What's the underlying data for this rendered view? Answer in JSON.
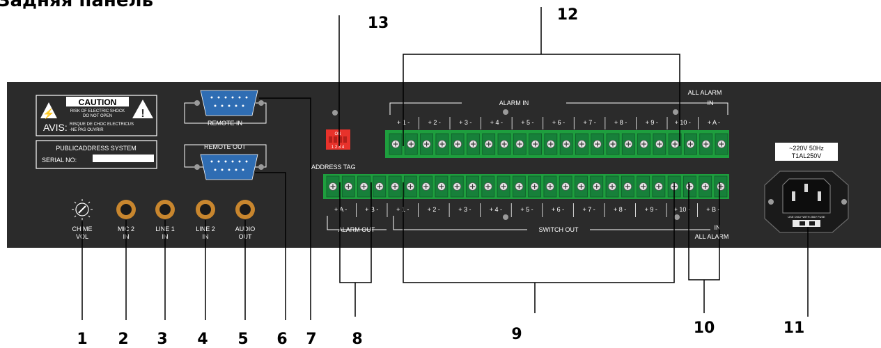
{
  "title": "Задняя панель",
  "caution": {
    "heading": "CAUTION",
    "line1": "RISK OF ELECTRIC SHOCK",
    "line2": "DO NOT OPEN",
    "brand": "AVIS:",
    "fr1": "RISQUE DE CHOC ELECTRICUS",
    "fr2": "-NE PAS OUVRIR"
  },
  "system": {
    "name": "PUBLICADDRESS SYSTEM",
    "serial": "SERIAL NO:"
  },
  "jacks": [
    {
      "l1": "CHIME",
      "l2": "VOL"
    },
    {
      "l1": "MIC 2",
      "l2": "IN"
    },
    {
      "l1": "LINE 1",
      "l2": "IN"
    },
    {
      "l1": "LINE 2",
      "l2": "IN"
    },
    {
      "l1": "AUDIO",
      "l2": "OUT"
    }
  ],
  "remote_in": "REMOTE IN",
  "remote_out": "REMOTE OUT",
  "address_tag": "ADDRESS TAG",
  "dip_top": "ON",
  "dip_numbers": "1  2  3  4",
  "alarm_in": "ALARM IN",
  "all_alarm": "ALL ALARM",
  "in_label": "IN",
  "alarm_out": "ALARM OUT",
  "switch_out": "SWITCH OUT",
  "top_channels": [
    "1",
    "2",
    "3",
    "4",
    "5",
    "6",
    "7",
    "8",
    "9",
    "10",
    "A"
  ],
  "bottom_channels": [
    "A",
    "B",
    "1",
    "2",
    "3",
    "4",
    "5",
    "6",
    "7",
    "8",
    "9",
    "10",
    "B"
  ],
  "power": {
    "line1": "~220V  50Hz",
    "line2": "T1AL250V",
    "fuse": "USE ONLY WITH 250V FUSE"
  },
  "callouts": [
    "1",
    "2",
    "3",
    "4",
    "5",
    "6",
    "7",
    "8",
    "9",
    "10",
    "11",
    "12",
    "13"
  ],
  "colors": {
    "panel": "#2b2b2b",
    "terminal": "#1e9e3e",
    "dsub": "#2f6db3",
    "dip": "#e8322b"
  }
}
